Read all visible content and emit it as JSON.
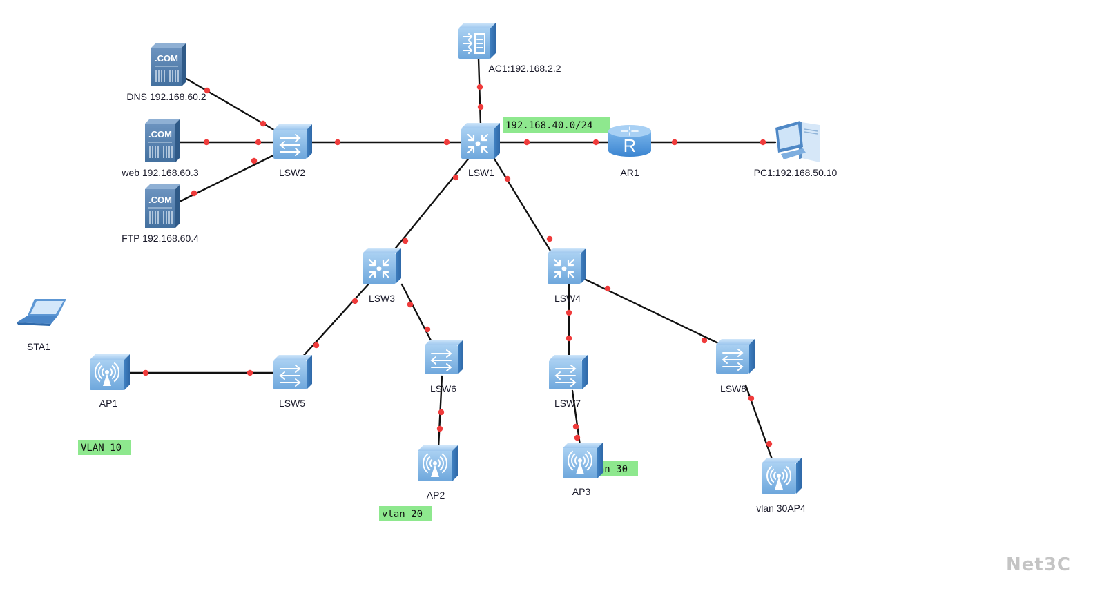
{
  "topology": {
    "devices": [
      {
        "id": "DNS",
        "type": "server",
        "label": "DNS 192.168.60.2",
        "icon_text": ".COM"
      },
      {
        "id": "web",
        "type": "server",
        "label": "web 192.168.60.3",
        "icon_text": ".COM"
      },
      {
        "id": "FTP",
        "type": "server",
        "label": "FTP 192.168.60.4",
        "icon_text": ".COM"
      },
      {
        "id": "LSW2",
        "type": "l2-switch",
        "label": "LSW2"
      },
      {
        "id": "AC1",
        "type": "access-controller",
        "label": "AC1:192.168.2.2"
      },
      {
        "id": "LSW1",
        "type": "l3-switch",
        "label": "LSW1"
      },
      {
        "id": "AR1",
        "type": "router",
        "label": "AR1",
        "icon_text": "R"
      },
      {
        "id": "PC1",
        "type": "pc",
        "label": "PC1:192.168.50.10"
      },
      {
        "id": "LSW3",
        "type": "l3-switch",
        "label": "LSW3"
      },
      {
        "id": "LSW4",
        "type": "l3-switch",
        "label": "LSW4"
      },
      {
        "id": "STA1",
        "type": "laptop",
        "label": "STA1"
      },
      {
        "id": "AP1",
        "type": "access-point",
        "label": "AP1"
      },
      {
        "id": "LSW5",
        "type": "l2-switch",
        "label": "LSW5"
      },
      {
        "id": "LSW6",
        "type": "l2-switch",
        "label": "LSW6"
      },
      {
        "id": "LSW7",
        "type": "l2-switch",
        "label": "LSW7"
      },
      {
        "id": "LSW8",
        "type": "l2-switch",
        "label": "LSW8"
      },
      {
        "id": "AP2",
        "type": "access-point",
        "label": "AP2"
      },
      {
        "id": "AP3",
        "type": "access-point",
        "label": "AP3"
      },
      {
        "id": "AP4",
        "type": "access-point",
        "label": "vlan 30AP4"
      }
    ],
    "links": [
      {
        "from": "DNS",
        "to": "LSW2"
      },
      {
        "from": "web",
        "to": "LSW2"
      },
      {
        "from": "FTP",
        "to": "LSW2"
      },
      {
        "from": "LSW2",
        "to": "LSW1"
      },
      {
        "from": "AC1",
        "to": "LSW1"
      },
      {
        "from": "LSW1",
        "to": "AR1"
      },
      {
        "from": "AR1",
        "to": "PC1"
      },
      {
        "from": "LSW1",
        "to": "LSW3"
      },
      {
        "from": "LSW1",
        "to": "LSW4"
      },
      {
        "from": "LSW3",
        "to": "LSW5"
      },
      {
        "from": "LSW3",
        "to": "LSW6"
      },
      {
        "from": "AP1",
        "to": "LSW5"
      },
      {
        "from": "LSW6",
        "to": "AP2"
      },
      {
        "from": "LSW4",
        "to": "LSW7"
      },
      {
        "from": "LSW4",
        "to": "LSW8"
      },
      {
        "from": "LSW7",
        "to": "AP3"
      },
      {
        "from": "LSW8",
        "to": "AP4"
      }
    ],
    "annotations": [
      {
        "id": "subnet-40",
        "text": "192.168.40.0/24"
      },
      {
        "id": "vlan-10",
        "text": "VLAN 10"
      },
      {
        "id": "vlan-20",
        "text": "vlan 20"
      },
      {
        "id": "vlan-30",
        "text": "vlan 30",
        "visible_text": "an 30"
      }
    ],
    "colors": {
      "link": "#111111",
      "port_dot": "#ef3b3b",
      "annotation_bg": "#8ee88e",
      "device_blue": "#5b9bd5"
    }
  },
  "watermark": "Net3C"
}
